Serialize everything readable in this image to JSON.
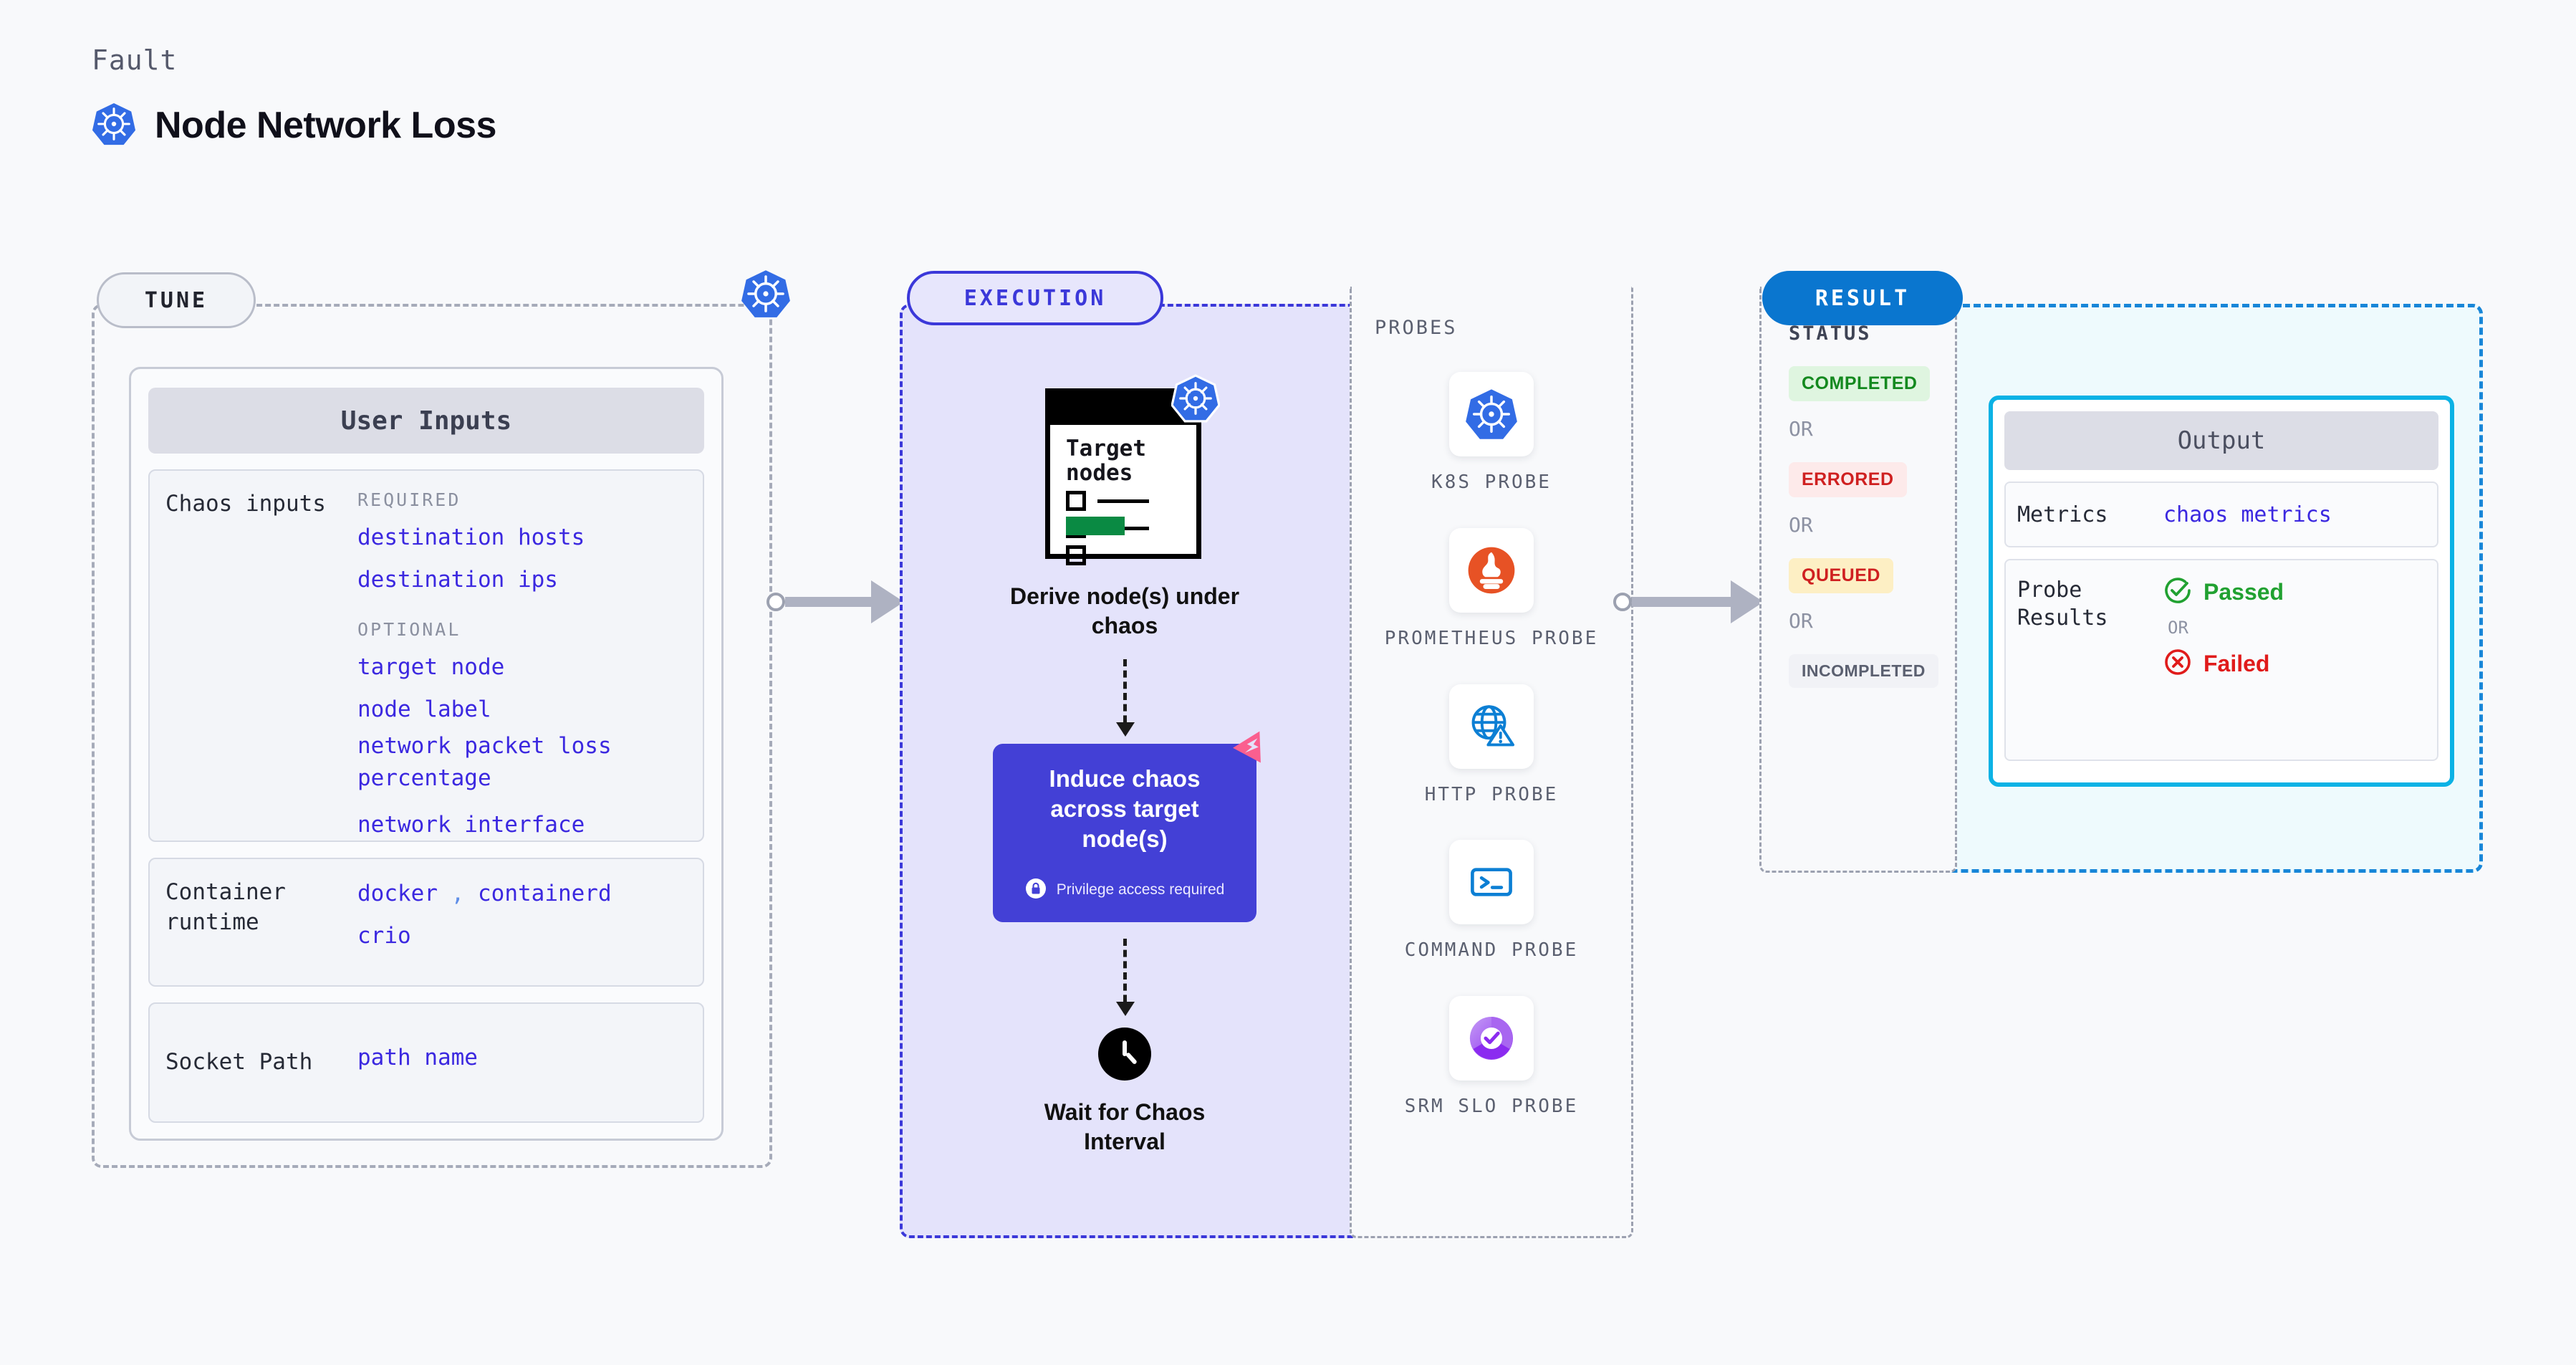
{
  "header": {
    "eyebrow": "Fault",
    "title": "Node Network Loss",
    "icon": "kubernetes-logo"
  },
  "tune": {
    "pill_label": "TUNE",
    "badge_icon": "kubernetes-logo",
    "card_title": "User Inputs",
    "rows": [
      {
        "label": "Chaos inputs",
        "groups": [
          {
            "group": "REQUIRED",
            "values": [
              "destination hosts",
              "destination ips"
            ]
          },
          {
            "group": "OPTIONAL",
            "values": [
              "target node",
              "node label",
              "network packet loss percentage",
              "network interface"
            ]
          }
        ]
      },
      {
        "label": "Container runtime",
        "values_line1_a": "docker",
        "values_line1_sep": ",",
        "values_line1_b": "containerd",
        "values_line2": "crio"
      },
      {
        "label": "Socket Path",
        "value": "path name"
      }
    ]
  },
  "execution": {
    "pill_label": "EXECUTION",
    "steps": [
      {
        "icon": "document-checklist-icon",
        "doc_title": "Target nodes",
        "badge_icon": "kubernetes-logo",
        "caption": "Derive node(s) under chaos"
      },
      {
        "icon": "chaos-box",
        "label": "Induce chaos across target node(s)",
        "privilege_note": "Privilege access required",
        "privilege_icon": "lock-icon",
        "corner_icon": "litmus-logo"
      },
      {
        "icon": "clock-icon",
        "caption": "Wait for Chaos Interval"
      }
    ],
    "probes": {
      "title": "PROBES",
      "items": [
        {
          "name": "K8S PROBE",
          "icon": "kubernetes-logo"
        },
        {
          "name": "PROMETHEUS PROBE",
          "icon": "prometheus-logo"
        },
        {
          "name": "HTTP PROBE",
          "icon": "globe-warning-icon"
        },
        {
          "name": "COMMAND PROBE",
          "icon": "terminal-icon"
        },
        {
          "name": "SRM SLO PROBE",
          "icon": "slo-donut-icon"
        }
      ]
    }
  },
  "result": {
    "pill_label": "RESULT",
    "status_title": "STATUS",
    "or_label": "OR",
    "statuses": [
      {
        "label": "COMPLETED",
        "bg": "#dff5e0",
        "fg": "#14891f"
      },
      {
        "label": "ERRORED",
        "bg": "#fdeaea",
        "fg": "#cf2020"
      },
      {
        "label": "QUEUED",
        "bg": "#fdefc4",
        "fg": "#cf2020"
      },
      {
        "label": "INCOMPLETED",
        "bg": "#f1f2f6",
        "fg": "#5b6070"
      }
    ],
    "output": {
      "title": "Output",
      "metrics_label": "Metrics",
      "metrics_value": "chaos metrics",
      "probe_results_label": "Probe Results",
      "passed_label": "Passed",
      "failed_label": "Failed",
      "or_label": "OR",
      "passed_icon": "check-circle-icon",
      "failed_icon": "x-circle-icon"
    }
  },
  "colors": {
    "accent_indigo": "#3b28e0",
    "exec_border": "#3b38d9",
    "exec_bg": "#e4e3fb",
    "result_border": "#1886d8",
    "result_bg": "#eefafd",
    "output_border": "#0bb2e5",
    "k8s_blue": "#326ce5",
    "litmus_pink": "#fa5f8f",
    "page_bg": "#f8f9fb"
  }
}
